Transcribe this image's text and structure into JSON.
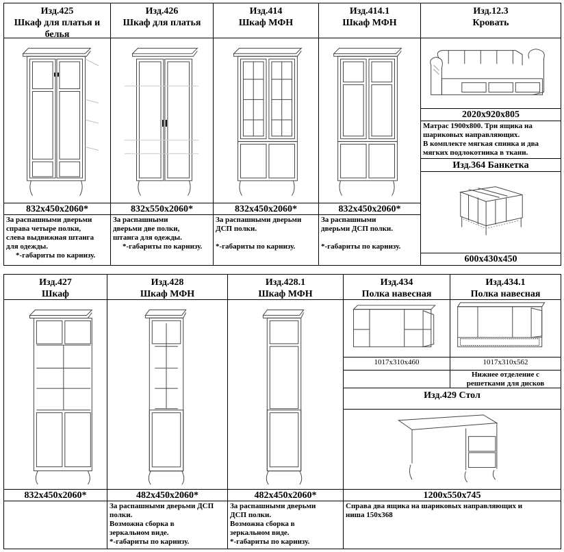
{
  "section1": {
    "items": [
      {
        "code": "Изд.425",
        "name_l1": "Шкаф для платья и",
        "name_l2": "белья",
        "dims": "832x450x2060*",
        "desc": [
          "За распашными дверьми",
          "справа четыре полки,",
          "слева выдвижная штанга",
          "для одежды.",
          "*-габариты по карнизу."
        ]
      },
      {
        "code": "Изд.426",
        "name_l1": "Шкаф для платья",
        "dims": "832x550x2060*",
        "desc": [
          "За распашными",
          "дверьми две полки,",
          "штанга для одежды.",
          "*-габариты по карнизу."
        ]
      },
      {
        "code": "Изд.414",
        "name_l1": "Шкаф МФН",
        "dims": "832x450x2060*",
        "desc": [
          "За распашными дверьми",
          "ДСП полки.",
          "",
          "*-габариты по карнизу."
        ]
      },
      {
        "code": "Изд.414.1",
        "name_l1": "Шкаф МФН",
        "dims": "832x450x2060*",
        "desc": [
          "За распашными",
          "дверьми ДСП полки.",
          "",
          "*-габариты по карнизу."
        ]
      }
    ],
    "bed": {
      "code": "Изд.12.3",
      "name": "Кровать",
      "dims": "2020x920x805",
      "desc": [
        "Матрас 1900x800. Три ящика на",
        "шариковых направляющих.",
        "В комплекте мягкая спинка и два",
        "мягких подлокотника в ткани."
      ]
    },
    "bench": {
      "title": "Изд.364 Банкетка",
      "dims": "600x430x450"
    }
  },
  "section2": {
    "items": [
      {
        "code": "Изд.427",
        "name": "Шкаф",
        "dims": "832x450x2060*",
        "desc": []
      },
      {
        "code": "Изд.428",
        "name": "Шкаф МФН",
        "dims": "482x450x2060*",
        "desc": [
          "За распашными дверьми ДСП",
          "полки.",
          "Возможна сборка в",
          "зеркальном виде.",
          "*-габариты по карнизу."
        ]
      },
      {
        "code": "Изд.428.1",
        "name": "Шкаф МФН",
        "dims": "482x450x2060*",
        "desc": [
          "За распашными дверьми",
          "ДСП полки.",
          "Возможна сборка в",
          "зеркальном виде.",
          "*-габариты по карнизу."
        ]
      }
    ],
    "shelf434": {
      "code": "Изд.434",
      "name": "Полка навесная",
      "dims": "1017x310x460"
    },
    "shelf4341": {
      "code": "Изд.434.1",
      "name": "Полка навесная",
      "dims": "1017x310x562",
      "note": [
        "Нижнее отделение с",
        "решетками для дисков"
      ]
    },
    "table": {
      "title": "Изд.429 Стол",
      "dims": "1200x550x745",
      "desc": [
        "Справа два ящика на шариковых направляющих и",
        "ниша 150x368"
      ]
    }
  }
}
